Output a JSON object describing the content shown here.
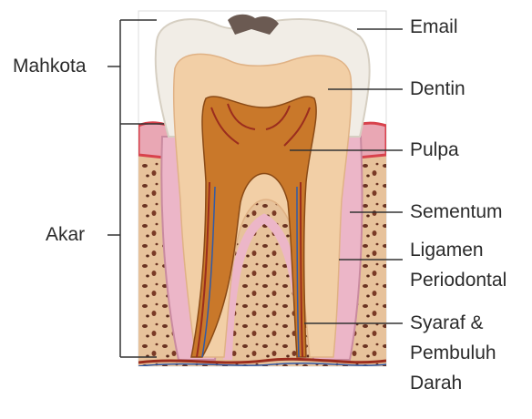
{
  "diagram": {
    "labels": {
      "email": "Email",
      "dentin": "Dentin",
      "pulpa": "Pulpa",
      "sementum": "Sementum",
      "ligamen_line1": "Ligamen",
      "ligamen_line2": "Periodontal",
      "syaraf_line1": "Syaraf &",
      "syaraf_line2": "Pembuluh",
      "syaraf_line3": "Darah",
      "mahkota": "Mahkota",
      "akar": "Akar"
    },
    "colors": {
      "enamel": "#f1ede6",
      "dentin": "#f2cfa6",
      "pulp": "#c9782a",
      "gum": "#e9a7b4",
      "gum_edge": "#d8424c",
      "bone": "#e7c29b",
      "bone_spots": "#6b3322",
      "cementum": "#ecb6c8",
      "nerve": "#9b2d1e",
      "leader_line": "#333333"
    }
  }
}
